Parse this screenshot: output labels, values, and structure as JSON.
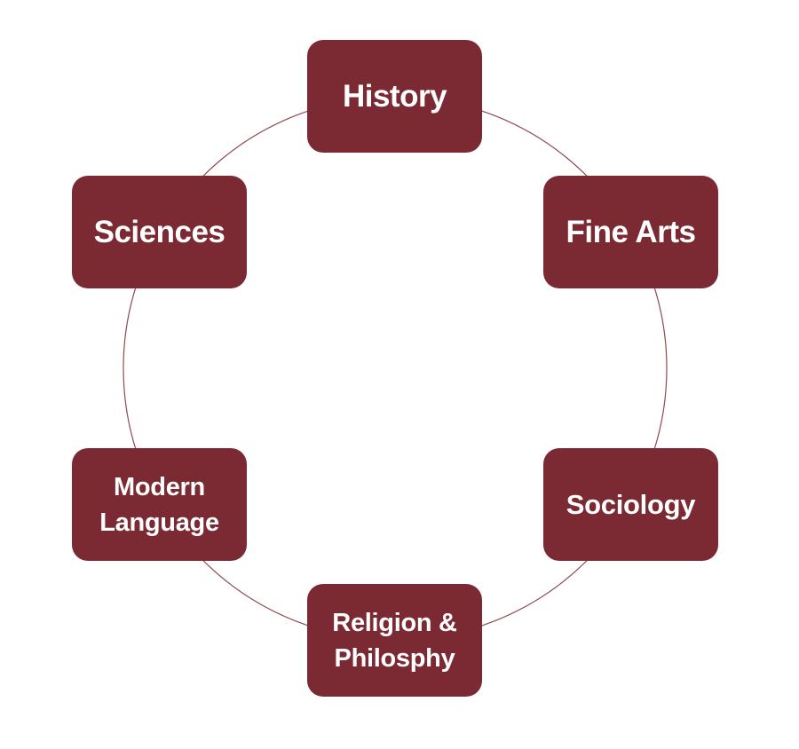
{
  "diagram": {
    "type": "cycle",
    "accent_color": "#7b2a33",
    "line_color": "#7b2a33",
    "nodes": [
      {
        "label": "History"
      },
      {
        "label": "Fine Arts"
      },
      {
        "label": "Sociology"
      },
      {
        "label": "Religion &\nPhilosphy",
        "lines": [
          "Religion &",
          "Philosphy"
        ]
      },
      {
        "label": "Modern\nLanguage",
        "lines": [
          "Modern",
          "Language"
        ]
      },
      {
        "label": "Sciences"
      }
    ]
  }
}
